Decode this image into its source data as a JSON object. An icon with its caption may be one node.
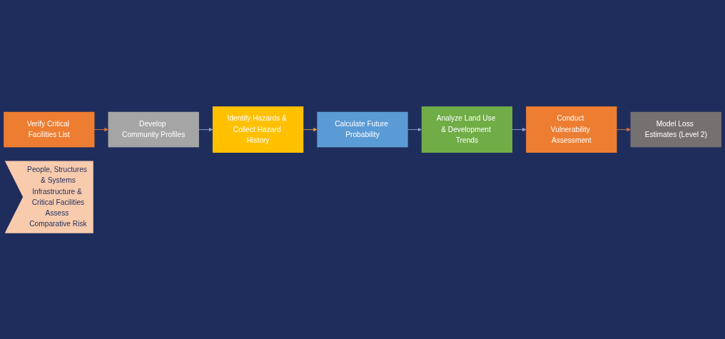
{
  "diagram": {
    "nodes": [
      {
        "text": [
          "Verify Critical Facilities List"
        ]
      },
      {
        "text": [
          "Develop Community Profiles"
        ]
      },
      {
        "text": [
          "Identify Hazards & Collect Hazard History"
        ]
      },
      {
        "text": [
          "Calculate Future Probability"
        ]
      },
      {
        "text": [
          "Analyze Land Use & Development Trends"
        ]
      },
      {
        "text": [
          "Conduct Vulnerability Assessment"
        ]
      },
      {
        "text": [
          "People, Structures & Systems",
          "Infrastructure & Critical Facilities",
          "Assess Comparative Risk"
        ]
      },
      {
        "text": [
          "Model Loss Estimates (Level 2)"
        ]
      }
    ],
    "edges": [
      {
        "from": 0,
        "to": 1,
        "arrow": "to",
        "color": "#d9783a"
      },
      {
        "from": 1,
        "to": 2,
        "arrow": "to",
        "color": "#8fa6cf"
      },
      {
        "from": 2,
        "to": 3,
        "arrow": "to",
        "color": "#d9a23a"
      },
      {
        "from": 3,
        "to": 4,
        "arrow": "to",
        "color": "#8fa6cf"
      },
      {
        "from": 4,
        "to": 5,
        "arrow": "to",
        "color": "#8fa6cf"
      },
      {
        "from": 5,
        "to": 7,
        "arrow": "to",
        "color": "#d9783a"
      }
    ]
  }
}
